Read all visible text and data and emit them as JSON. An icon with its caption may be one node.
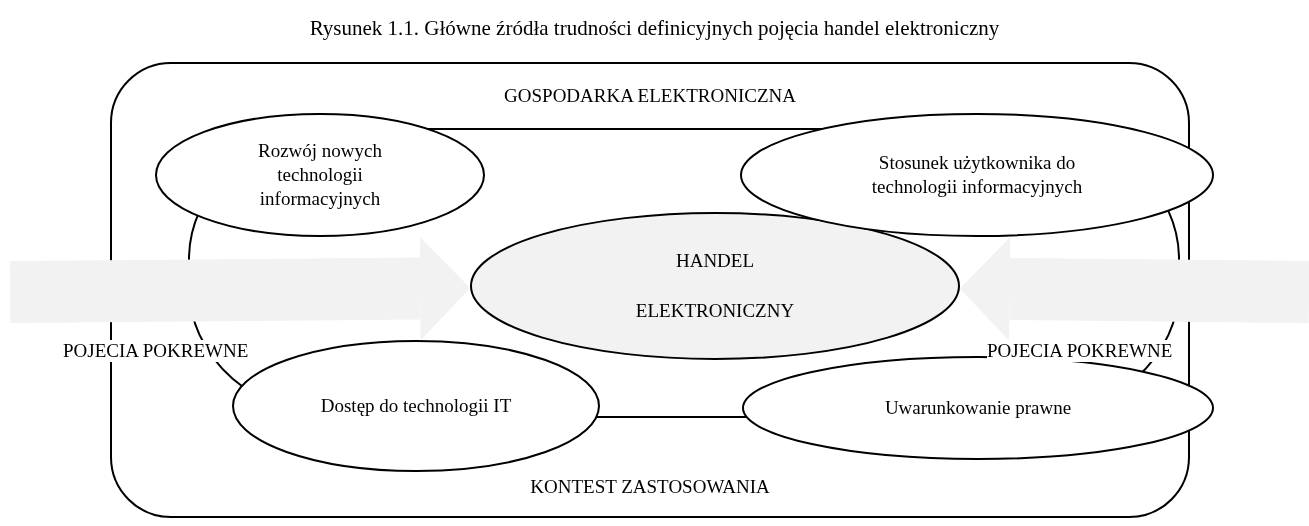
{
  "diagram": {
    "title": "Rysunek 1.1. Główne źródła trudności definicyjnych pojęcia handel elektroniczny",
    "nodes": [
      {
        "text": [
          "GOSPODARKA ELEKTRONICZNA",
          "KONTEST ZASTOSOWANIA"
        ]
      },
      {
        "text": [],
        "shape": "box",
        "in": 0
      },
      {
        "text": [
          "Rozwój nowych technologii informacyjnych"
        ],
        "in": 0
      },
      {
        "text": [
          "Stosunek użytkownika do technologii informacyjnych"
        ],
        "in": 0
      },
      {
        "text": [
          "HANDEL ELEKTRONICZNY"
        ],
        "in": 1
      },
      {
        "text": [
          "Dostęp do technologii IT"
        ],
        "in": 0
      },
      {
        "text": [
          "Uwarunkowanie prawne"
        ],
        "in": 0
      }
    ],
    "edges": [
      {
        "from": null,
        "to": 4,
        "arrow": "to"
      },
      {
        "from": null,
        "to": 4,
        "arrow": "to"
      }
    ],
    "labels": [
      "POJECIA POKREWNE",
      "POJECIA POKREWNE"
    ]
  }
}
